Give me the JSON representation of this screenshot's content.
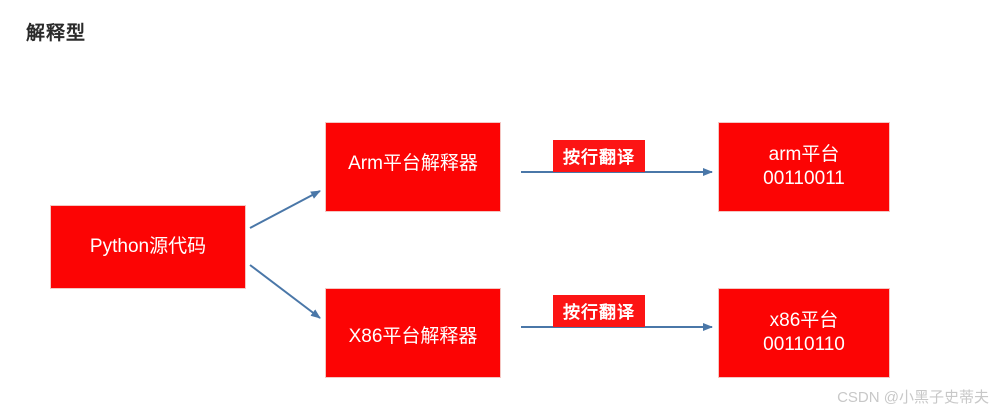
{
  "title": "解释型",
  "diagram": {
    "type": "flow",
    "boxes": [
      {
        "id": "source",
        "lines": [
          "Python源代码"
        ]
      },
      {
        "id": "arm_interp",
        "lines": [
          "Arm平台解释器"
        ]
      },
      {
        "id": "x86_interp",
        "lines": [
          "X86平台解释器"
        ]
      },
      {
        "id": "arm_out",
        "lines": [
          "arm平台",
          "00110011"
        ]
      },
      {
        "id": "x86_out",
        "lines": [
          "x86平台",
          "00110110"
        ]
      }
    ],
    "edge_labels": {
      "top": "按行翻译",
      "bottom": "按行翻译"
    },
    "colors": {
      "box_fill": "#fc0404",
      "box_text": "#ffffff",
      "badge_fill": "#fc1414",
      "arrow": "#4a77a8",
      "title_text": "#2b2b2b",
      "watermark_text": "#c8c8c8",
      "background": "#ffffff"
    }
  },
  "watermark": "CSDN @小黑子史蒂夫"
}
